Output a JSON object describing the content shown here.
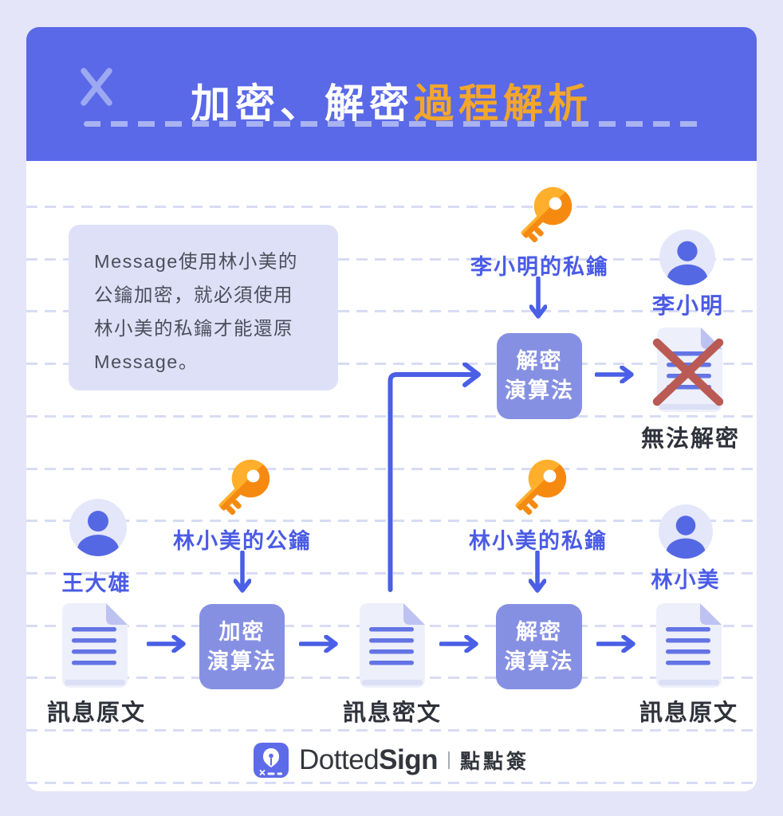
{
  "header": {
    "title_main": "加密、解密",
    "title_accent": "過程解析"
  },
  "note": {
    "lines": [
      "Message使用林小美的",
      "公鑰加密，就必須使用",
      "林小美的私鑰才能還原",
      "Message。"
    ]
  },
  "actors": {
    "sender": "王大雄",
    "receiver": "林小美",
    "interceptor": "李小明"
  },
  "keys": {
    "interceptor_private": "李小明的私鑰",
    "receiver_public": "林小美的公鑰",
    "receiver_private": "林小美的私鑰"
  },
  "boxes": {
    "encrypt": {
      "line1": "加密",
      "line2": "演算法"
    },
    "decrypt": {
      "line1": "解密",
      "line2": "演算法"
    }
  },
  "documents": {
    "plaintext": "訊息原文",
    "ciphertext": "訊息密文",
    "decrypted": "訊息原文",
    "failed": "無法解密"
  },
  "footer": {
    "brand_regular": "Dotted",
    "brand_bold": "Sign",
    "brand_cjk": "點點簽"
  },
  "colors": {
    "page_bg": "#E4E5F8",
    "banner_bg": "#5A69E8",
    "accent_yellow": "#F2A62B",
    "arrow_blue": "#4A5FE6",
    "box_purple": "#8690E3",
    "label_blue": "#4A5BE6",
    "key_gold_light": "#FFAF2C",
    "key_gold_dark": "#F68A10",
    "error_red": "#B95B54",
    "dark_text": "#2F323B"
  }
}
